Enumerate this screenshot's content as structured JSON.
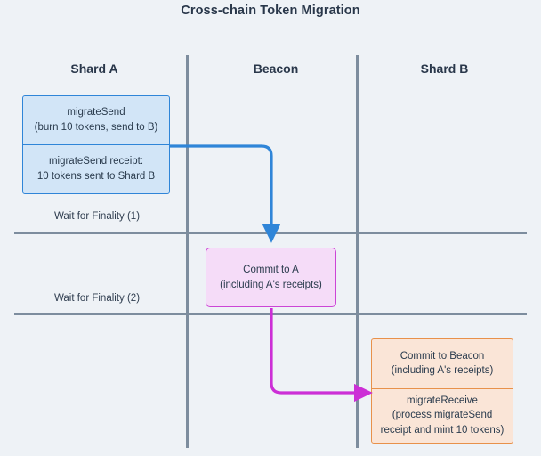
{
  "title": "Cross-chain Token Migration",
  "columns": [
    {
      "id": "shard-a",
      "label": "Shard A"
    },
    {
      "id": "beacon",
      "label": "Beacon"
    },
    {
      "id": "shard-b",
      "label": "Shard B"
    }
  ],
  "lanes": {
    "wait_1": "Wait for Finality (1)",
    "wait_2": "Wait for Finality (2)"
  },
  "shard_a": {
    "nodes": [
      {
        "id": "migrate-send",
        "text": "migrateSend\n(burn 10 tokens, send to B)"
      },
      {
        "id": "migrate-send-receipt",
        "text": "migrateSend receipt:\n10 tokens sent to Shard B"
      }
    ]
  },
  "beacon": {
    "nodes": [
      {
        "id": "commit-to-a",
        "text": "Commit to A\n(including A's receipts)"
      }
    ]
  },
  "shard_b": {
    "nodes": [
      {
        "id": "commit-to-beacon",
        "text": "Commit to Beacon\n(including A's receipts)"
      },
      {
        "id": "migrate-receive",
        "text": "migrateReceive\n(process migrateSend\nreceipt and mint 10 tokens)"
      }
    ]
  },
  "arrows": [
    {
      "id": "arrow-shard-a-to-beacon",
      "from": "migrate-send-receipt",
      "to": "commit-to-a",
      "color": "#2f85d8"
    },
    {
      "id": "arrow-beacon-to-shard-b",
      "from": "commit-to-a",
      "to": "migrate-receive",
      "color": "#cc2fd6"
    }
  ],
  "colors": {
    "background": "#eef2f6",
    "text": "#2f3d4f",
    "divider": "#7d8d9e",
    "blue_fill": "#d2e5f7",
    "blue_stroke": "#2f85d8",
    "purple_fill": "#f5dcf8",
    "purple_stroke": "#cc45d6",
    "orange_fill": "#fae5d7",
    "orange_stroke": "#e8914a"
  }
}
